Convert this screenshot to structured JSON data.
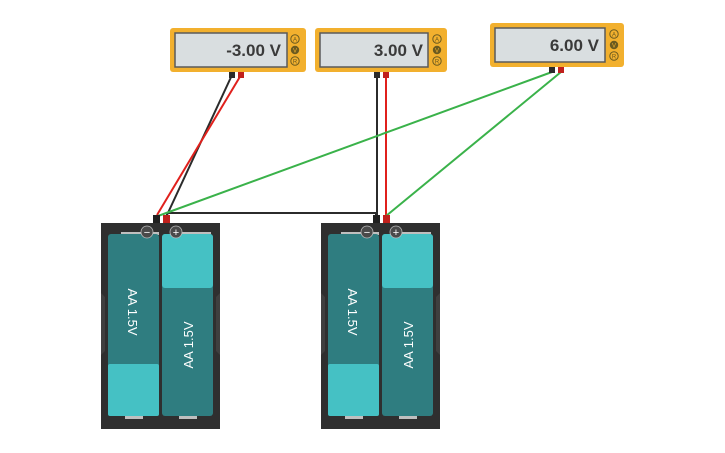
{
  "colors": {
    "meter_body": "#f2b02e",
    "meter_screen": "#d9dee0",
    "holder": "#2f2f2f",
    "battery_dark": "#2f7d80",
    "battery_light": "#45c1c4",
    "wire_black": "#2b2b2b",
    "wire_red": "#e0201c",
    "wire_green": "#3ab24a"
  },
  "multimeters": [
    {
      "id": "meter-1",
      "reading": "-3.00 V",
      "modes": [
        "A",
        "V",
        "R"
      ],
      "active_mode": "V"
    },
    {
      "id": "meter-2",
      "reading": "3.00 V",
      "modes": [
        "A",
        "V",
        "R"
      ],
      "active_mode": "V"
    },
    {
      "id": "meter-3",
      "reading": "6.00 V",
      "modes": [
        "A",
        "V",
        "R"
      ],
      "active_mode": "V"
    }
  ],
  "battery_packs": [
    {
      "id": "pack-1",
      "minus_symbol": "−",
      "plus_symbol": "+",
      "cells": [
        {
          "label": "AA 1.5V"
        },
        {
          "label": "AA 1.5V"
        }
      ]
    },
    {
      "id": "pack-2",
      "minus_symbol": "−",
      "plus_symbol": "+",
      "cells": [
        {
          "label": "AA 1.5V"
        },
        {
          "label": "AA 1.5V"
        }
      ]
    }
  ]
}
